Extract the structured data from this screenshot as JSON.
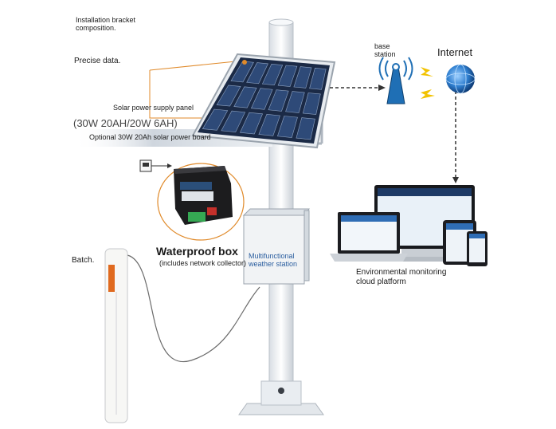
{
  "labels": {
    "bracket_line1": "Installation bracket",
    "bracket_line2": "composition.",
    "precise": "Precise data.",
    "solar_panel": "Solar power supply panel",
    "spec": "(30W 20AH/20W 6AH)",
    "optional": "Optional 30W 20Ah solar power board",
    "waterproof": "Waterproof box",
    "network": "(includes network collector)",
    "weather_line1": "Multifunctional",
    "weather_line2": "weather station",
    "batch": "Batch.",
    "base_line1": "base",
    "base_line2": "station",
    "internet": "Internet",
    "platform_line1": "Environmental monitoring",
    "platform_line2": "cloud platform"
  },
  "colors": {
    "pole": "#eef1f4",
    "panel": "#1b2a46",
    "tower": "#1f6fb5",
    "globe": "#2f7fd0",
    "signal": "#f2c200",
    "leader": "#e08a2a"
  },
  "icons": [
    "solar-panel-icon",
    "base-station-icon",
    "globe-icon",
    "lightning-icon",
    "monitor-icon",
    "laptop-icon",
    "tablet-icon",
    "phone-icon",
    "sensor-probe-icon",
    "network-collector-icon"
  ]
}
